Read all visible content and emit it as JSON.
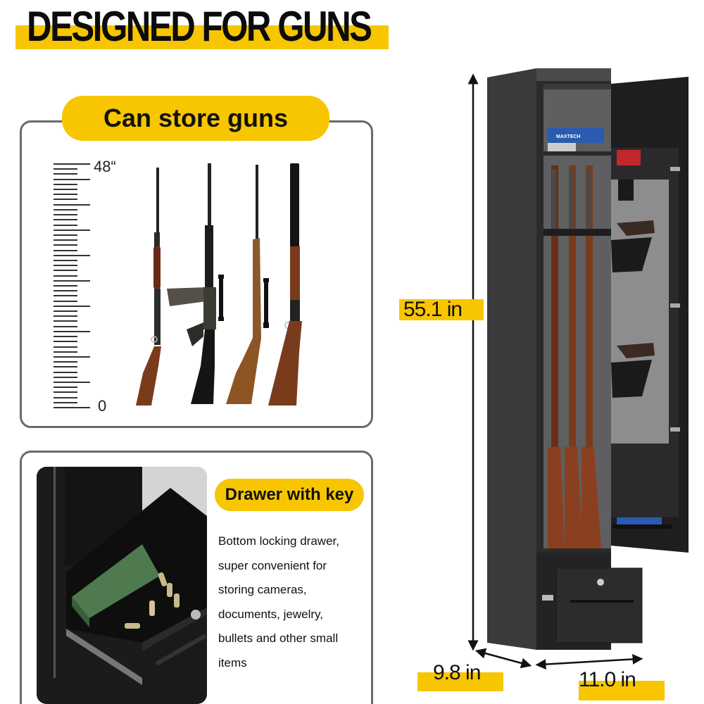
{
  "headline": {
    "text": "DESIGNED FOR GUNS"
  },
  "guns_panel": {
    "title": "Can store guns",
    "ruler": {
      "top_label": "48“",
      "bottom_label": "0",
      "unit": "inch",
      "max": 48,
      "min": 0
    },
    "gun_icons": [
      "shotgun-icon",
      "battle-rifle-icon",
      "scoped-rifle-icon",
      "over-under-shotgun-icon"
    ]
  },
  "drawer_panel": {
    "title": "Drawer with key",
    "description_lines": [
      "Bottom locking drawer,",
      "super convenient for",
      "storing cameras,",
      "documents, jewelry,",
      "bullets and other small",
      "items"
    ]
  },
  "safe": {
    "height_label": "55.1 in",
    "depth_label": "9.8 in",
    "width_label": "11.0 in",
    "shelf_box_label": "MAXTECH"
  },
  "colors": {
    "accent_yellow": "#f7c600",
    "panel_border": "#6a6a6a",
    "safe_body": "#2e2e30",
    "safe_interior": "#6b6b6d",
    "wood_stock": "#7a3b1d"
  }
}
